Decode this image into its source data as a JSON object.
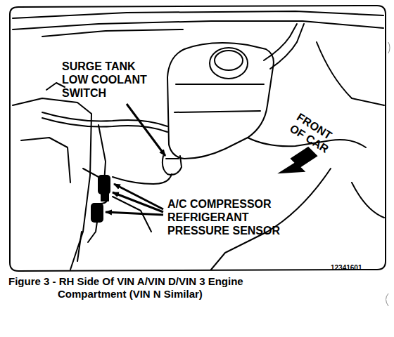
{
  "diagram": {
    "caption": "Figure 3 - RH Side Of VIN A/VIN D/VIN 3 Engine Compartment (VIN N Similar)",
    "labels": [
      "SURGE TANK LOW COOLANT SWITCH",
      "A/C COMPRESSOR REFRIGERANT PRESSURE SENSOR",
      "FRONT OF CAR",
      "12341601"
    ]
  }
}
